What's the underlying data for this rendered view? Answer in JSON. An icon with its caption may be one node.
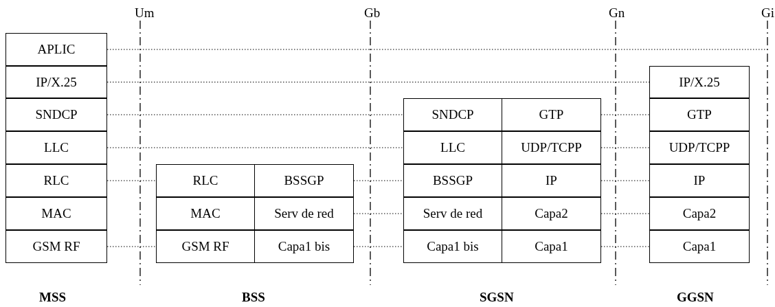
{
  "diagram": {
    "nodes": [
      {
        "text": [
          "APLIC"
        ]
      },
      {
        "text": [
          "IP/X.25"
        ]
      },
      {
        "text": [
          "SNDCP"
        ]
      },
      {
        "text": [
          "LLC"
        ]
      },
      {
        "text": [
          "RLC"
        ]
      },
      {
        "text": [
          "MAC"
        ]
      },
      {
        "text": [
          "GSM RF"
        ]
      },
      {
        "text": [
          "RLC"
        ]
      },
      {
        "text": [
          "BSSGP"
        ]
      },
      {
        "text": [
          "MAC"
        ]
      },
      {
        "text": [
          "Serv de red"
        ]
      },
      {
        "text": [
          "GSM RF"
        ]
      },
      {
        "text": [
          "Capa1 bis"
        ]
      },
      {
        "text": [
          "SNDCP"
        ]
      },
      {
        "text": [
          "GTP"
        ]
      },
      {
        "text": [
          "LLC"
        ]
      },
      {
        "text": [
          "UDP/TCPP"
        ]
      },
      {
        "text": [
          "BSSGP"
        ]
      },
      {
        "text": [
          "IP"
        ]
      },
      {
        "text": [
          "Serv de red"
        ]
      },
      {
        "text": [
          "Capa2"
        ]
      },
      {
        "text": [
          "Capa1 bis"
        ]
      },
      {
        "text": [
          "Capa1"
        ]
      },
      {
        "text": [
          "IP/X.25"
        ]
      },
      {
        "text": [
          "GTP"
        ]
      },
      {
        "text": [
          "UDP/TCPP"
        ]
      },
      {
        "text": [
          "IP"
        ]
      },
      {
        "text": [
          "Capa2"
        ]
      },
      {
        "text": [
          "Capa1"
        ]
      }
    ],
    "edges": [
      {
        "from": 0,
        "to": null,
        "arrow": "none"
      },
      {
        "from": 1,
        "to": 23,
        "arrow": "none"
      },
      {
        "from": 2,
        "to": 13,
        "arrow": "none"
      },
      {
        "from": 3,
        "to": 15,
        "arrow": "none"
      },
      {
        "from": 4,
        "to": 7,
        "arrow": "none"
      },
      {
        "from": 6,
        "to": 11,
        "arrow": "none"
      },
      {
        "from": 8,
        "to": 17,
        "arrow": "none"
      },
      {
        "from": 10,
        "to": 19,
        "arrow": "none"
      },
      {
        "from": 12,
        "to": 21,
        "arrow": "none"
      },
      {
        "from": 14,
        "to": 24,
        "arrow": "none"
      },
      {
        "from": 16,
        "to": 25,
        "arrow": "none"
      },
      {
        "from": 18,
        "to": 26,
        "arrow": "none"
      },
      {
        "from": 20,
        "to": 27,
        "arrow": "none"
      },
      {
        "from": 22,
        "to": 28,
        "arrow": "none"
      }
    ],
    "labels": [
      "Um",
      "Gb",
      "Gn",
      "Gi",
      "MSS",
      "BSS",
      "SGSN",
      "GGSN"
    ]
  }
}
